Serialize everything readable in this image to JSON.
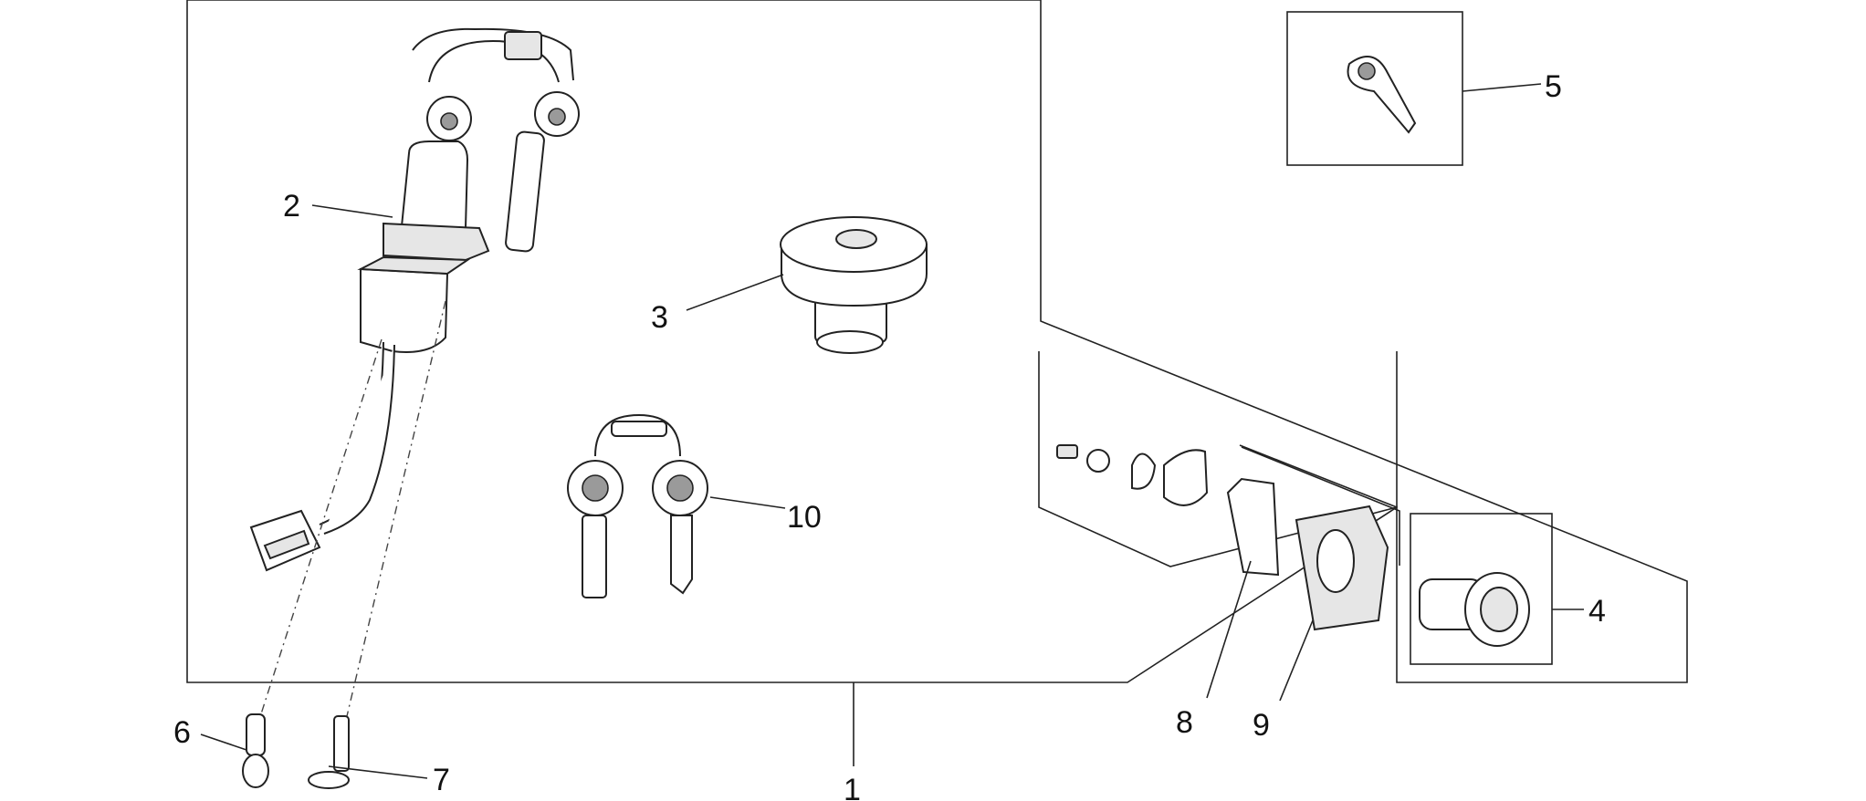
{
  "callouts": {
    "c1": "1",
    "c2": "2",
    "c3": "3",
    "c4": "4",
    "c5": "5",
    "c6": "6",
    "c7": "7",
    "c8": "8",
    "c9": "9",
    "c10": "10"
  },
  "colors": {
    "line": "#222222",
    "background": "#ffffff",
    "shade": "#e6e6e6"
  }
}
